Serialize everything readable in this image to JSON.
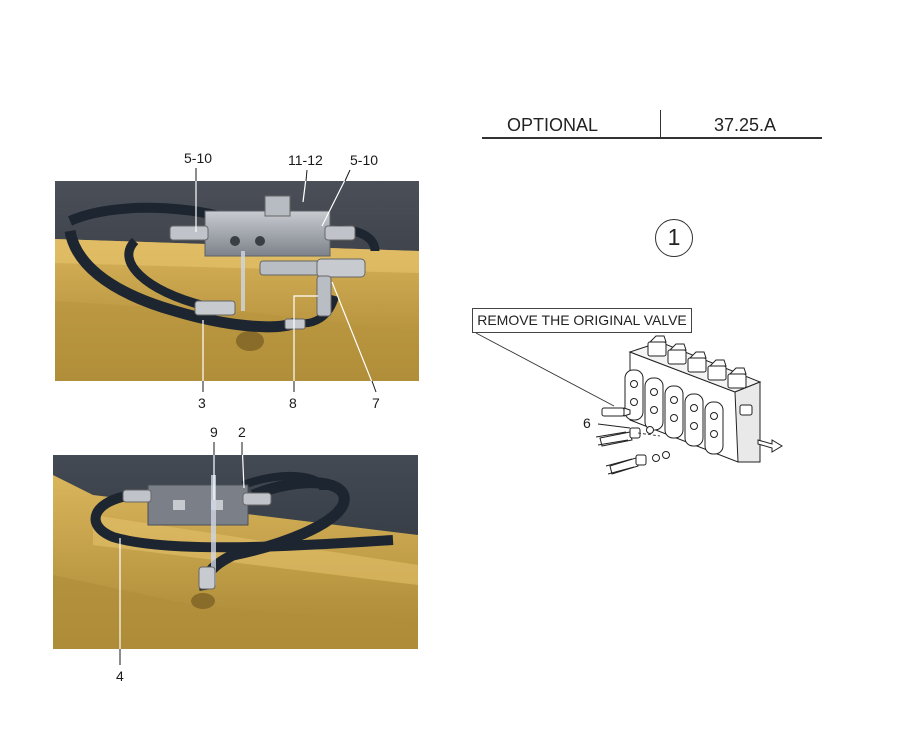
{
  "header": {
    "section_label": "OPTIONAL",
    "section_code": "37.25.A"
  },
  "step_number": "1",
  "callout_text": "REMOVE THE ORIGINAL VALVE",
  "photo_top": {
    "labels": {
      "l1": "5-10",
      "l2": "11-12",
      "l3": "5-10",
      "l4": "3",
      "l5": "8",
      "l6": "7"
    }
  },
  "photo_bottom": {
    "labels": {
      "l1": "9",
      "l2": "2",
      "l3": "4"
    }
  },
  "diagram": {
    "part_label": "6"
  },
  "colors": {
    "boom_yellow": "#c9a345",
    "hose_black": "#1c2530",
    "background_grey": "#4a4f58",
    "valve_grey": "#9a9fa6"
  }
}
